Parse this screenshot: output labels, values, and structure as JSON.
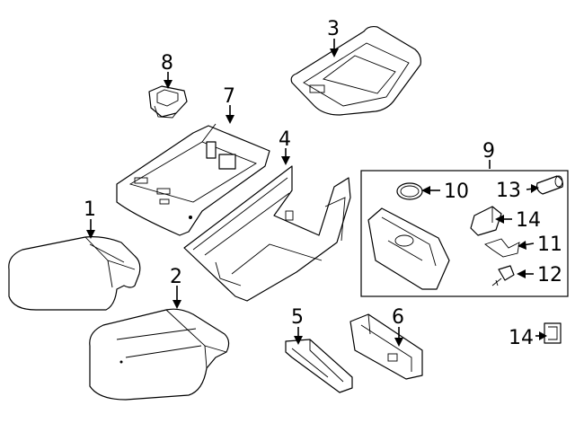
{
  "callouts": {
    "c1": "1",
    "c2": "2",
    "c3": "3",
    "c4": "4",
    "c5": "5",
    "c6": "6",
    "c7": "7",
    "c8": "8",
    "c9": "9",
    "c10": "10",
    "c11": "11",
    "c12": "12",
    "c13": "13",
    "c14_inset": "14",
    "c14_outer": "14"
  }
}
